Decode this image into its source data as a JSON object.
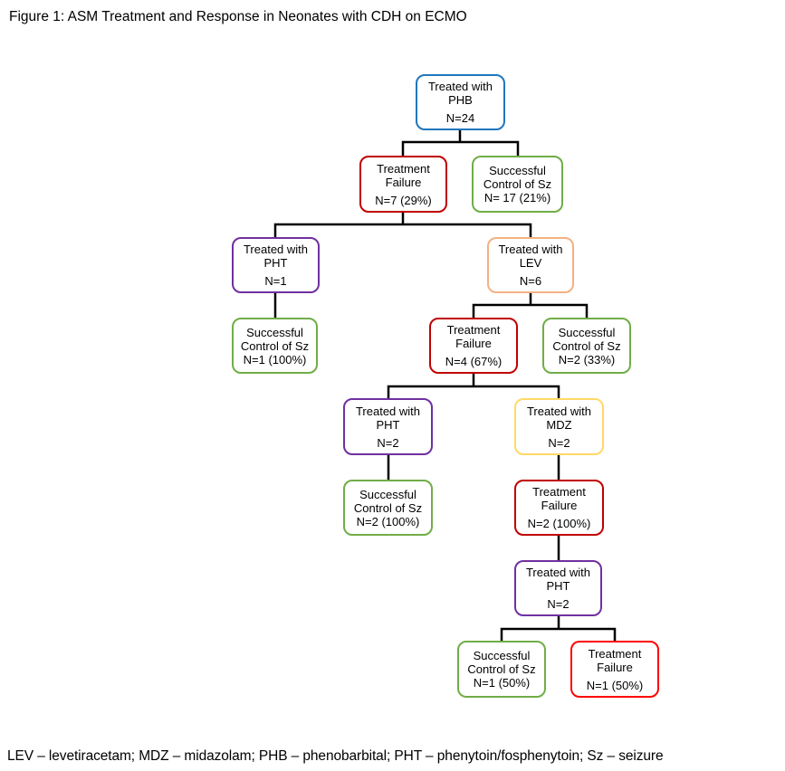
{
  "figure": {
    "title": "Figure 1: ASM Treatment and Response in Neonates with CDH on ECMO",
    "footnote": "LEV – levetiracetam; MDZ – midazolam; PHB – phenobarbital; PHT – phenytoin/fosphenytoin; Sz – seizure"
  },
  "colors": {
    "phb_blue": "#2176BD",
    "failure_red": "#C00000",
    "failure_bright_red": "#FF0000",
    "success_green": "#70AD47",
    "pht_purple": "#7030A0",
    "lev_orange": "#F4B183",
    "mdz_yellow": "#FFD966",
    "connector_black": "#000000"
  },
  "nodes": [
    {
      "id": "phb",
      "label": "Treated with PHB",
      "value": "N=24",
      "border_color": "#2176BD"
    },
    {
      "id": "failure-phb",
      "label": "Treatment Failure",
      "value": "N=7 (29%)",
      "border_color": "#C00000"
    },
    {
      "id": "success-phb",
      "label": "Successful Control of Sz",
      "value": "N= 17 (21%)",
      "border_color": "#70AD47"
    },
    {
      "id": "pht-first",
      "label": "Treated with PHT",
      "value": "N=1",
      "border_color": "#7030A0"
    },
    {
      "id": "lev",
      "label": "Treated with LEV",
      "value": "N=6",
      "border_color": "#F4B183"
    },
    {
      "id": "success-pht-first",
      "label": "Successful Control of Sz",
      "value": "N=1 (100%)",
      "border_color": "#70AD47"
    },
    {
      "id": "failure-lev",
      "label": "Treatment Failure",
      "value": "N=4 (67%)",
      "border_color": "#C00000"
    },
    {
      "id": "success-lev",
      "label": "Successful Control of Sz",
      "value": "N=2 (33%)",
      "border_color": "#70AD47"
    },
    {
      "id": "pht-second",
      "label": "Treated with PHT",
      "value": "N=2",
      "border_color": "#7030A0"
    },
    {
      "id": "mdz",
      "label": "Treated with MDZ",
      "value": "N=2",
      "border_color": "#FFD966"
    },
    {
      "id": "success-pht-second",
      "label": "Successful Control of Sz",
      "value": "N=2 (100%)",
      "border_color": "#70AD47"
    },
    {
      "id": "failure-mdz",
      "label": "Treatment Failure",
      "value": "N=2 (100%)",
      "border_color": "#C00000"
    },
    {
      "id": "pht-third",
      "label": "Treated with PHT",
      "value": "N=2",
      "border_color": "#7030A0"
    },
    {
      "id": "success-pht-third",
      "label": "Successful Control of Sz",
      "value": "N=1 (50%)",
      "border_color": "#70AD47"
    },
    {
      "id": "failure-pht-third",
      "label": "Treatment Failure",
      "value": "N=1 (50%)",
      "border_color": "#FF0000"
    }
  ],
  "edges": [
    {
      "from": "phb",
      "to": "failure-phb"
    },
    {
      "from": "phb",
      "to": "success-phb"
    },
    {
      "from": "failure-phb",
      "to": "pht-first"
    },
    {
      "from": "failure-phb",
      "to": "lev"
    },
    {
      "from": "pht-first",
      "to": "success-pht-first"
    },
    {
      "from": "lev",
      "to": "failure-lev"
    },
    {
      "from": "lev",
      "to": "success-lev"
    },
    {
      "from": "failure-lev",
      "to": "pht-second"
    },
    {
      "from": "failure-lev",
      "to": "mdz"
    },
    {
      "from": "pht-second",
      "to": "success-pht-second"
    },
    {
      "from": "mdz",
      "to": "failure-mdz"
    },
    {
      "from": "failure-mdz",
      "to": "pht-third"
    },
    {
      "from": "pht-third",
      "to": "success-pht-third"
    },
    {
      "from": "pht-third",
      "to": "failure-pht-third"
    }
  ]
}
